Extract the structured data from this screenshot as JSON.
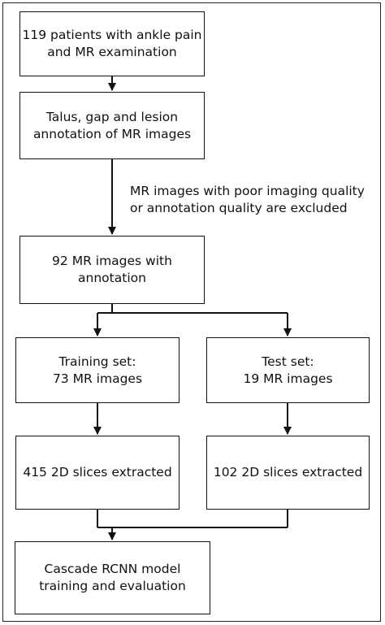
{
  "boxes": {
    "patients": "119 patients with ankle pain\nand MR examination",
    "annotation": "Talus, gap and lesion\nannotation of MR images",
    "mr_images": "92 MR images with\nannotation",
    "training_set": "Training set:\n73 MR images",
    "test_set": "Test set:\n19 MR images",
    "train_slices": "415 2D slices extracted",
    "test_slices": "102 2D slices extracted",
    "model": "Cascade RCNN model\ntraining and evaluation"
  },
  "exclusion_note": "MR images with poor imaging quality\nor annotation quality are excluded",
  "colors": {
    "line": "#111111",
    "background": "#ffffff"
  }
}
